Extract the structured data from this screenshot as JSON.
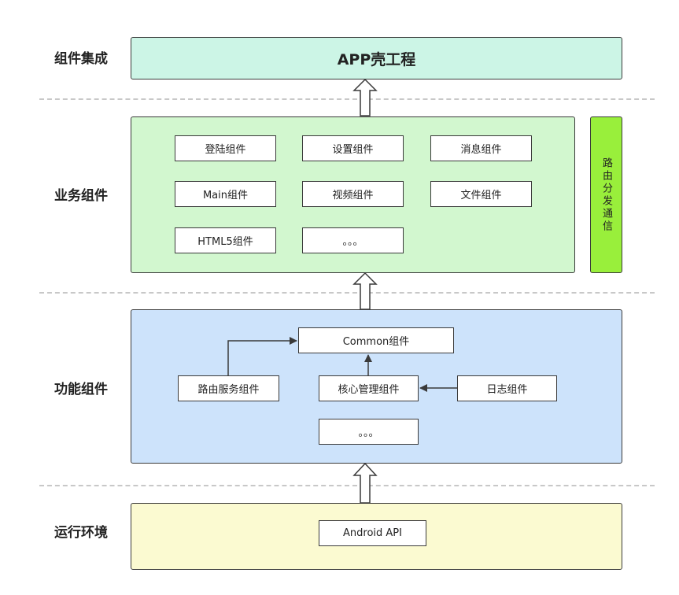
{
  "labels": {
    "integration": "组件集成",
    "business": "业务组件",
    "functional": "功能组件",
    "runtime": "运行环境"
  },
  "shell": {
    "title": "APP壳工程"
  },
  "business": {
    "items": [
      "登陆组件",
      "设置组件",
      "消息组件",
      "Main组件",
      "视频组件",
      "文件组件",
      "HTML5组件",
      "。。。"
    ]
  },
  "routing": {
    "label": "路由分发通信"
  },
  "functional": {
    "common": "Common组件",
    "router": "路由服务组件",
    "core": "核心管理组件",
    "log": "日志组件",
    "more": "。。。"
  },
  "runtime": {
    "android": "Android API"
  },
  "colors": {
    "shell_fill": "#ccf5e6",
    "business_fill": "#d2f7cf",
    "routing_fill": "#99ef3b",
    "functional_fill": "#cde3fb",
    "runtime_fill": "#fbfad1"
  }
}
